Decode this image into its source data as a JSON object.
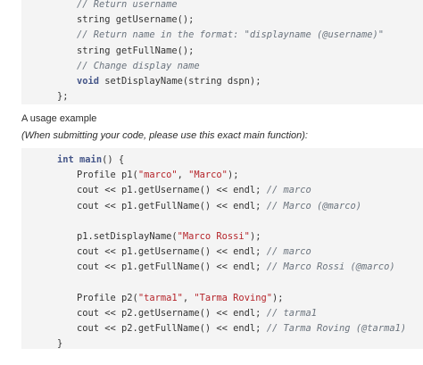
{
  "top_code": {
    "lines": [
      {
        "indent": 1,
        "parts": [
          {
            "t": "cm",
            "s": "// Return username"
          }
        ]
      },
      {
        "indent": 1,
        "parts": [
          {
            "t": "pl",
            "s": "string getUsername();"
          }
        ]
      },
      {
        "indent": 1,
        "parts": [
          {
            "t": "cm",
            "s": "// Return name in the format: \"displayname (@username)\""
          }
        ]
      },
      {
        "indent": 1,
        "parts": [
          {
            "t": "pl",
            "s": "string getFullName();"
          }
        ]
      },
      {
        "indent": 1,
        "parts": [
          {
            "t": "cm",
            "s": "// Change display name"
          }
        ]
      },
      {
        "indent": 1,
        "parts": [
          {
            "t": "kw",
            "s": "void"
          },
          {
            "t": "pl",
            "s": " setDisplayName(string dspn);"
          }
        ]
      },
      {
        "indent": 0,
        "parts": [
          {
            "t": "pl",
            "s": "};"
          }
        ]
      }
    ]
  },
  "usage_heading": "A usage example",
  "usage_note": "(When submitting your code, please use this exact main function):",
  "main_code": {
    "lines": [
      {
        "indent": 0,
        "parts": [
          {
            "t": "kw",
            "s": "int"
          },
          {
            "t": "pl",
            "s": " "
          },
          {
            "t": "kw",
            "s": "main"
          },
          {
            "t": "pl",
            "s": "() {"
          }
        ]
      },
      {
        "indent": 1,
        "parts": [
          {
            "t": "pl",
            "s": "Profile p1("
          },
          {
            "t": "str",
            "s": "\"marco\""
          },
          {
            "t": "pl",
            "s": ", "
          },
          {
            "t": "str",
            "s": "\"Marco\""
          },
          {
            "t": "pl",
            "s": ");"
          }
        ]
      },
      {
        "indent": 1,
        "parts": [
          {
            "t": "pl",
            "s": "cout << p1.getUsername() << endl; "
          },
          {
            "t": "cm",
            "s": "// marco"
          }
        ]
      },
      {
        "indent": 1,
        "parts": [
          {
            "t": "pl",
            "s": "cout << p1.getFullName() << endl; "
          },
          {
            "t": "cm",
            "s": "// Marco (@marco)"
          }
        ]
      },
      {
        "indent": 1,
        "parts": []
      },
      {
        "indent": 1,
        "parts": [
          {
            "t": "pl",
            "s": "p1.setDisplayName("
          },
          {
            "t": "str",
            "s": "\"Marco Rossi\""
          },
          {
            "t": "pl",
            "s": ");"
          }
        ]
      },
      {
        "indent": 1,
        "parts": [
          {
            "t": "pl",
            "s": "cout << p1.getUsername() << endl; "
          },
          {
            "t": "cm",
            "s": "// marco"
          }
        ]
      },
      {
        "indent": 1,
        "parts": [
          {
            "t": "pl",
            "s": "cout << p1.getFullName() << endl; "
          },
          {
            "t": "cm",
            "s": "// Marco Rossi (@marco)"
          }
        ]
      },
      {
        "indent": 1,
        "parts": []
      },
      {
        "indent": 1,
        "parts": [
          {
            "t": "pl",
            "s": "Profile p2("
          },
          {
            "t": "str",
            "s": "\"tarma1\""
          },
          {
            "t": "pl",
            "s": ", "
          },
          {
            "t": "str",
            "s": "\"Tarma Roving\""
          },
          {
            "t": "pl",
            "s": ");"
          }
        ]
      },
      {
        "indent": 1,
        "parts": [
          {
            "t": "pl",
            "s": "cout << p2.getUsername() << endl; "
          },
          {
            "t": "cm",
            "s": "// tarma1"
          }
        ]
      },
      {
        "indent": 1,
        "parts": [
          {
            "t": "pl",
            "s": "cout << p2.getFullName() << endl; "
          },
          {
            "t": "cm",
            "s": "// Tarma Roving (@tarma1)"
          }
        ]
      },
      {
        "indent": 0,
        "parts": [
          {
            "t": "pl",
            "s": "}"
          }
        ]
      }
    ]
  }
}
